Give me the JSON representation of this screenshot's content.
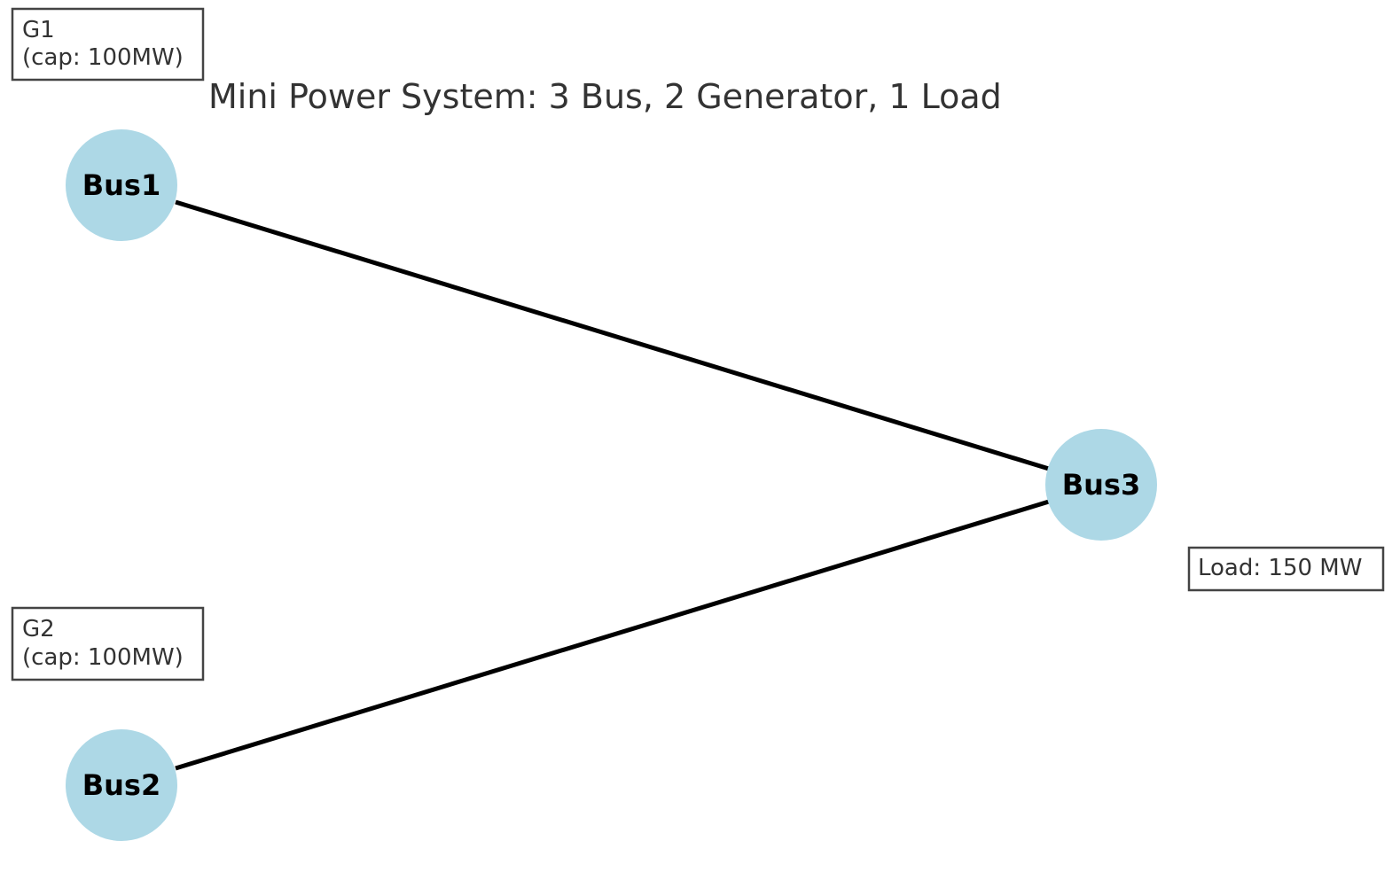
{
  "title": "Mini Power System: 3 Bus, 2 Generator, 1 Load",
  "colors": {
    "node_fill": "#add8e6",
    "edge": "#000000",
    "annotation_border": "#444444",
    "text": "#333333"
  },
  "nodes": [
    {
      "id": "bus1",
      "label": "Bus1"
    },
    {
      "id": "bus2",
      "label": "Bus2"
    },
    {
      "id": "bus3",
      "label": "Bus3"
    }
  ],
  "edges": [
    {
      "from": "bus1",
      "to": "bus3"
    },
    {
      "from": "bus2",
      "to": "bus3"
    }
  ],
  "generators": [
    {
      "name": "G1",
      "capacity": "(cap: 100MW)",
      "bus": "bus1"
    },
    {
      "name": "G2",
      "capacity": "(cap: 100MW)",
      "bus": "bus2"
    }
  ],
  "load": {
    "label": "Load: 150 MW",
    "bus": "bus3"
  }
}
